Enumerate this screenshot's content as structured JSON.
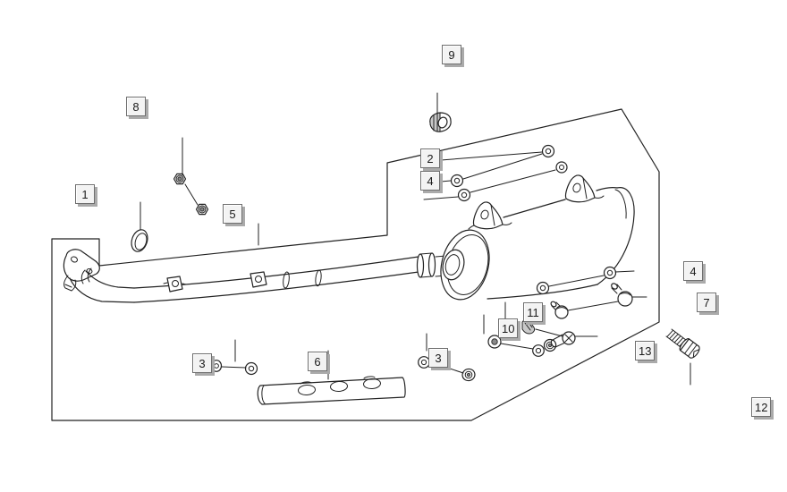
{
  "diagram": {
    "kind": "exploded-parts-diagram",
    "subject": "exhaust-system-with-muffler"
  },
  "colors": {
    "background": "#ffffff",
    "line": "#222222",
    "label_fill": "#f3f3f3",
    "label_border": "#6f6f6f",
    "label_shadow": "#aaaaaa",
    "label_text": "#1a1a1a"
  },
  "callouts": [
    {
      "label": "1"
    },
    {
      "label": "8"
    },
    {
      "label": "5"
    },
    {
      "label": "9"
    },
    {
      "label": "2"
    },
    {
      "label": "4"
    },
    {
      "label": "3"
    },
    {
      "label": "6"
    },
    {
      "label": "3"
    },
    {
      "label": "10"
    },
    {
      "label": "11"
    },
    {
      "label": "4"
    },
    {
      "label": "7"
    },
    {
      "label": "13"
    },
    {
      "label": "12"
    }
  ],
  "shapes": {
    "boundary": "diagram-plane-outline",
    "parts": [
      "header-pipe",
      "pipe-flange",
      "flange-gasket",
      "flange-nuts",
      "pipe-clamps",
      "cap-nut",
      "washers",
      "muffler",
      "muffler-brackets",
      "heat-shield",
      "mount-bolts",
      "rubber-grommet",
      "spacer-bushing",
      "hex-flange-bolt"
    ]
  }
}
